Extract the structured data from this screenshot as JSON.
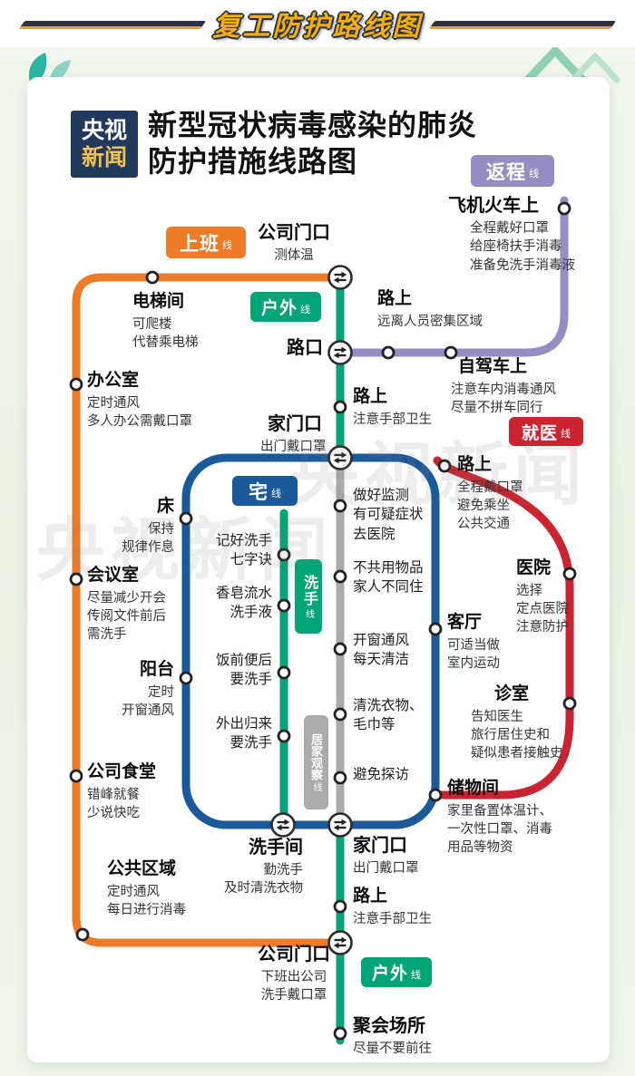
{
  "page": {
    "header_title": "复工防护路线图",
    "watermark": "央视新闻"
  },
  "logo": {
    "top": "央视",
    "bottom": "新闻"
  },
  "heading": {
    "line1": "新型冠状病毒感染的肺炎",
    "line2": "防护措施线路图"
  },
  "colors": {
    "shangban": "#ED7B27",
    "fancheng": "#968EC2",
    "huwai": "#00A476",
    "zhai": "#1B5A9A",
    "xishou": "#00A476",
    "jujia": "#ABABAB",
    "jiuyi": "#CA2430",
    "logo_bg": "#20395C",
    "header_gold": "#F9AE00"
  },
  "lines": {
    "shangban": {
      "label": "上班",
      "suffix": "线"
    },
    "fancheng": {
      "label": "返程",
      "suffix": "线"
    },
    "huwai_top": {
      "label": "户外",
      "suffix": "线"
    },
    "zhai": {
      "label": "宅",
      "suffix": "线"
    },
    "xishou": {
      "label": "洗手",
      "suffix": "线"
    },
    "jujia": {
      "label": "居家观察",
      "suffix": "线"
    },
    "jiuyi": {
      "label": "就医",
      "suffix": "线"
    },
    "huwai_bottom": {
      "label": "户外",
      "suffix": "线"
    }
  },
  "stations": {
    "company_gate_top": {
      "name": "公司门口",
      "desc": "测体温"
    },
    "elevator": {
      "name": "电梯间",
      "desc": "可爬楼\n代替乘电梯"
    },
    "office": {
      "name": "办公室",
      "desc": "定时通风\n多人办公需戴口罩"
    },
    "meeting_room": {
      "name": "会议室",
      "desc": "尽量减少开会\n传阅文件前后\n需洗手"
    },
    "canteen": {
      "name": "公司食堂",
      "desc": "错峰就餐\n少说快吃"
    },
    "public_area": {
      "name": "公共区域",
      "desc": "定时通风\n每日进行消毒"
    },
    "company_gate_bottom": {
      "name": "公司门口",
      "desc": "下班出公司\n洗手戴口罩"
    },
    "plane_train": {
      "name": "飞机火车上",
      "desc": "全程戴好口罩\n给座椅扶手消毒\n准备免洗手消毒液"
    },
    "road_return": {
      "name": "路上",
      "desc": "远离人员密集区域"
    },
    "self_drive": {
      "name": "自驾车上",
      "desc": "注意车内消毒通风\n尽量不拼车同行"
    },
    "crossing": {
      "name": "路口"
    },
    "road_out_top": {
      "name": "路上",
      "desc": "注意手部卫生"
    },
    "home_gate_top": {
      "name": "家门口",
      "desc": "出门戴口罩"
    },
    "bed": {
      "name": "床",
      "desc": "保持\n规律作息"
    },
    "balcony": {
      "name": "阳台",
      "desc": "定时\n开窗通风"
    },
    "handwash_tip1": {
      "desc": "记好洗手\n七字诀"
    },
    "handwash_tip2": {
      "desc": "香皂流水\n洗手液"
    },
    "handwash_tip3": {
      "desc": "饭前便后\n要洗手"
    },
    "handwash_tip4": {
      "desc": "外出归来\n要洗手"
    },
    "observe_tip1": {
      "desc": "做好监测\n有可疑症状\n去医院"
    },
    "observe_tip2": {
      "desc": "不共用物品\n家人不同住"
    },
    "observe_tip3": {
      "desc": "开窗通风\n每天清洁"
    },
    "observe_tip4": {
      "desc": "清洗衣物、\n毛巾等"
    },
    "observe_tip5": {
      "desc": "避免探访"
    },
    "living_room": {
      "name": "客厅",
      "desc": "可适当做\n室内运动"
    },
    "storage_room": {
      "name": "储物间",
      "desc": "家里备置体温计、\n一次性口罩、消毒\n用品等物资"
    },
    "road_medical": {
      "name": "路上",
      "desc": "全程戴口罩\n避免乘坐\n公共交通"
    },
    "hospital": {
      "name": "医院",
      "desc": "选择\n定点医院\n注意防护"
    },
    "clinic": {
      "name": "诊室",
      "desc": "告知医生\n旅行居住史和\n疑似患者接触史"
    },
    "washroom": {
      "name": "洗手间",
      "desc": "勤洗手\n及时清洗衣物"
    },
    "home_gate_bottom": {
      "name": "家门口",
      "desc": "出门戴口罩"
    },
    "road_out_bottom": {
      "name": "路上",
      "desc": "注意手部卫生"
    },
    "gathering": {
      "name": "聚会场所",
      "desc": "尽量不要前往"
    }
  }
}
